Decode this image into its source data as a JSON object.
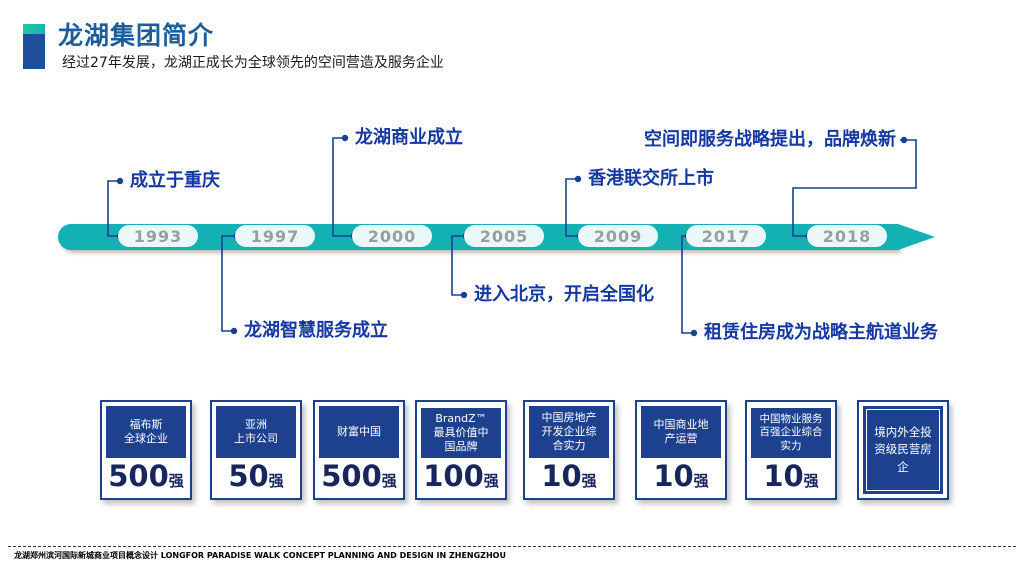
{
  "header": {
    "title": "龙湖集团简介",
    "subtitle": "经过27年发展，龙湖正成长为全球领先的空间营造及服务企业"
  },
  "timeline": {
    "milestones": [
      {
        "year": "1993",
        "label": "成立于重庆",
        "position": "above"
      },
      {
        "year": "1997",
        "label": "龙湖智慧服务成立",
        "position": "below"
      },
      {
        "year": "2000",
        "label": "龙湖商业成立",
        "position": "above"
      },
      {
        "year": "2005",
        "label": "进入北京，开启全国化",
        "position": "below"
      },
      {
        "year": "2009",
        "label": "香港联交所上市",
        "position": "above"
      },
      {
        "year": "2017",
        "label": "租赁住房成为战略主航道业务",
        "position": "below"
      },
      {
        "year": "2018",
        "label": "空间即服务战略提出，品牌焕新",
        "position": "above-right"
      }
    ]
  },
  "badges": [
    {
      "title": "福布斯\n全球企业",
      "value": "500",
      "unit": "强"
    },
    {
      "title": "亚洲\n上市公司",
      "value": "50",
      "unit": "强"
    },
    {
      "title": "财富中国",
      "value": "500",
      "unit": "强"
    },
    {
      "title": "BrandZ™\n最具价值中\n国品牌",
      "value": "100",
      "unit": "强"
    },
    {
      "title": "中国房地产\n开发企业综\n合实力",
      "value": "10",
      "unit": "强"
    },
    {
      "title": "中国商业地\n产运营",
      "value": "10",
      "unit": "强"
    },
    {
      "title": "中国物业服务\n百强企业综合\n实力",
      "value": "10",
      "unit": "强"
    },
    {
      "title": "境内外全投\n资级民营房\n企",
      "value": "",
      "unit": ""
    }
  ],
  "footer": {
    "text": "龙湖郑州滨河国际新城商业项目概念设计 LONGFOR PARADISE WALK CONCEPT PLANNING AND DESIGN IN ZHENGZHOU"
  },
  "colors": {
    "teal": "#13b1b4",
    "navy": "#1b3f92",
    "callout_blue": "#1638a2",
    "badge_blue": "#1e418f",
    "title_blue": "#1d5d9b"
  }
}
